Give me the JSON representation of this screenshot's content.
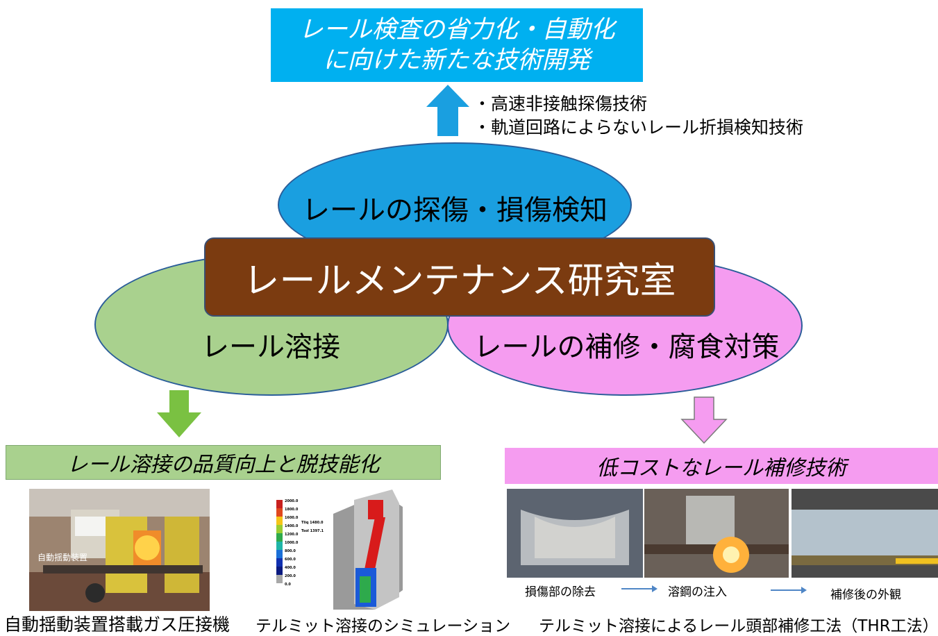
{
  "goal_box": {
    "line1": "レール検査の省力化・自動化",
    "line2": "に向けた新たな技術開発",
    "color": "#00b0f0"
  },
  "goal_bullets": [
    "・高速非接触探傷技術",
    "・軌道回路によらないレール折損検知技術"
  ],
  "center_title": {
    "text": "レールメンテナンス研究室",
    "color": "#7b3b10"
  },
  "topics": {
    "inspection": {
      "label": "レールの探傷・損傷検知",
      "color": "#1a9fe0"
    },
    "welding": {
      "label": "レール溶接",
      "color": "#a9d18e"
    },
    "repair": {
      "label": "レールの補修・腐食対策",
      "color": "#f59cf0"
    }
  },
  "welding_section": {
    "banner": "レール溶接の品質向上と脱技能化",
    "banner_color": "#a9d18e",
    "photo1_inner_label": "自動揺動装置",
    "photo1_caption": "自動揺動装置搭載ガス圧接機",
    "sim_legend_values": [
      "2000.0",
      "1800.0",
      "1600.0",
      "1400.0",
      "1200.0",
      "1000.0",
      "800.0",
      "600.0",
      "400.0",
      "200.0",
      "0.0"
    ],
    "sim_tliq_label": "Tliq",
    "sim_tliq_value": "1480.0",
    "sim_tsol_label": "Tsol",
    "sim_tsol_value": "1397.1",
    "photo2_caption": "テルミット溶接のシミュレーション"
  },
  "repair_section": {
    "banner": "低コストなレール補修技術",
    "banner_color": "#f59cf0",
    "steps": [
      "損傷部の除去",
      "溶鋼の注入",
      "補修後の外観"
    ],
    "caption": "テルミット溶接によるレール頭部補修工法（THR工法）"
  },
  "arrow_colors": {
    "up": "#1a9fe0",
    "left_down": "#7ac142",
    "right_down": "#f59cf0"
  },
  "icons": [
    "arrow-up-icon",
    "arrow-down-left-icon",
    "arrow-down-right-icon",
    "arrow-right-icon"
  ]
}
